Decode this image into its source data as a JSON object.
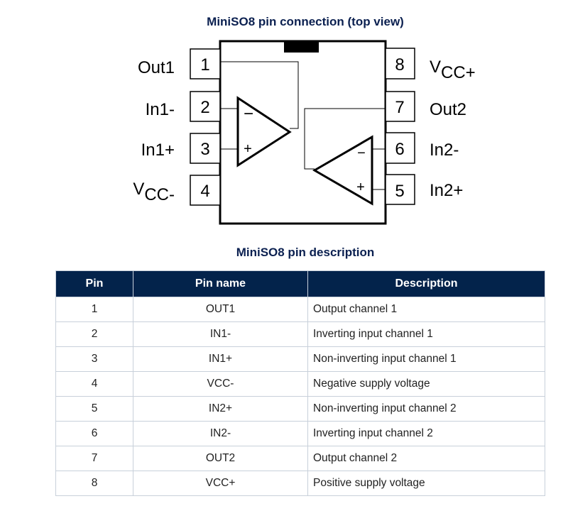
{
  "diagram": {
    "title": "MiniSO8 pin connection (top view)",
    "left_pins": [
      {
        "num": "1",
        "label": "Out1"
      },
      {
        "num": "2",
        "label": "In1-"
      },
      {
        "num": "3",
        "label": "In1+"
      },
      {
        "num": "4",
        "label_main": "V",
        "label_sub": "CC-"
      }
    ],
    "right_pins": [
      {
        "num": "8",
        "label_main": "V",
        "label_sub": "CC+"
      },
      {
        "num": "7",
        "label": "Out2"
      },
      {
        "num": "6",
        "label": "In2-"
      },
      {
        "num": "5",
        "label": "In2+"
      }
    ],
    "minus_sign": "−",
    "plus_sign": "+"
  },
  "table": {
    "title": "MiniSO8 pin description",
    "headers": [
      "Pin",
      "Pin name",
      "Description"
    ],
    "rows": [
      [
        "1",
        "OUT1",
        "Output channel 1"
      ],
      [
        "2",
        "IN1-",
        "Inverting input channel 1"
      ],
      [
        "3",
        "IN1+",
        "Non-inverting input channel 1"
      ],
      [
        "4",
        "VCC-",
        "Negative supply voltage"
      ],
      [
        "5",
        "IN2+",
        "Non-inverting input channel 2"
      ],
      [
        "6",
        "IN2-",
        "Inverting input channel 2"
      ],
      [
        "7",
        "OUT2",
        "Output channel 2"
      ],
      [
        "8",
        "VCC+",
        "Positive supply voltage"
      ]
    ]
  }
}
